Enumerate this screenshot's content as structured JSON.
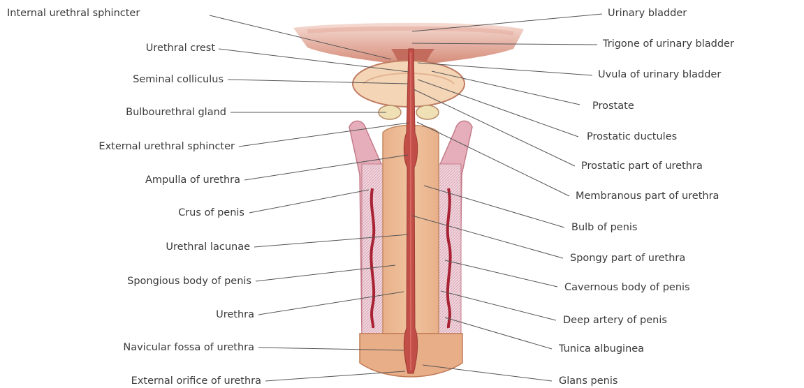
{
  "labels_left": [
    "Internal urethral sphincter",
    "Urethral crest",
    "Seminal colliculus",
    "Bulbourethral gland",
    "External urethral sphincter",
    "Ampulla of urethra",
    "Crus of penis",
    "Urethral lacunae",
    "Spongious body of penis",
    "Urethra",
    "Navicular fossa of urethra",
    "External orifice of urethra"
  ],
  "labels_right": [
    "Urinary bladder",
    "Trigone of urinary bladder",
    "Uvula of urinary bladder",
    "Prostate",
    "Prostatic ductules",
    "Prostatic part of urethra",
    "Membranous part of urethra",
    "Bulb of penis",
    "Spongy part of urethra",
    "Cavernous body of penis",
    "Deep artery of penis",
    "Tunica albuginea",
    "Glans penis"
  ],
  "colors": {
    "tissue": "#d99a84",
    "tissue_dark": "#b4584d",
    "prostate": "#f3d3b3",
    "spongy": "#e7b38f",
    "corpus_outer": "#e9b9c6",
    "artery": "#b3243a",
    "leader_line": "#555555"
  }
}
